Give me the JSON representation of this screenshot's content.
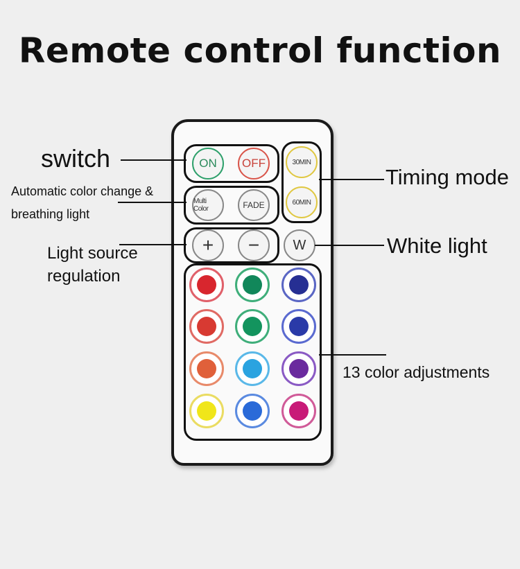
{
  "title": "Remote control function",
  "labels": {
    "switch": "switch",
    "auto_line1": "Automatic color change &",
    "auto_line2": "breathing light",
    "light_line1": "Light source",
    "light_line2": "regulation",
    "timing": "Timing mode",
    "white": "White light",
    "colors": "13 color adjustments"
  },
  "buttons": {
    "on": "ON",
    "off": "OFF",
    "multi": "Multi Color",
    "fade": "FADE",
    "t30": "30MIN",
    "t60": "60MIN",
    "plus": "+",
    "minus": "−",
    "w": "W"
  },
  "color_buttons": [
    {
      "ring": "#e0606a",
      "dot": "#d8262e"
    },
    {
      "ring": "#3fae7a",
      "dot": "#11875a"
    },
    {
      "ring": "#5a66c4",
      "dot": "#262f93"
    },
    {
      "ring": "#e06a64",
      "dot": "#d83a32"
    },
    {
      "ring": "#3fae7a",
      "dot": "#13945e"
    },
    {
      "ring": "#5a6ad0",
      "dot": "#2a3aa8"
    },
    {
      "ring": "#e88a6a",
      "dot": "#e0603a"
    },
    {
      "ring": "#5ab8e8",
      "dot": "#2aa3e0"
    },
    {
      "ring": "#8a5ac4",
      "dot": "#6a2a9e"
    },
    {
      "ring": "#eadc62",
      "dot": "#f0e61a"
    },
    {
      "ring": "#5a8ae0",
      "dot": "#2a6ad8"
    },
    {
      "ring": "#d05a98",
      "dot": "#c81a78"
    }
  ]
}
